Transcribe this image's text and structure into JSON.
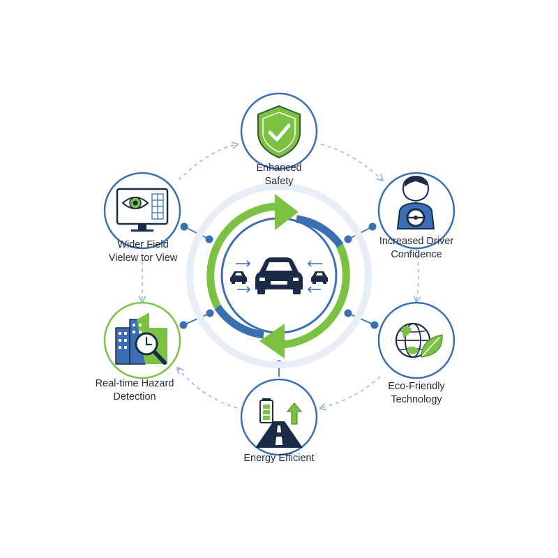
{
  "colors": {
    "blue": "#3a6fb6",
    "green": "#7cc242",
    "navy": "#1a2b48",
    "text": "#1f2a3a",
    "connector": "#8fb0d6"
  },
  "center": {
    "icon": "car-icon",
    "cycle": "circular-arrows"
  },
  "nodes": [
    {
      "id": "enhanced-safety",
      "icon": "shield-check-icon",
      "label": [
        "Enhanced",
        "Safety"
      ],
      "ring": "blue"
    },
    {
      "id": "increased-driver-confidence",
      "icon": "driver-wheel-icon",
      "label": [
        "Increased Driver",
        "Confidence"
      ],
      "ring": "blue"
    },
    {
      "id": "eco-friendly-technology",
      "icon": "globe-leaf-icon",
      "label": [
        "Eco-Friendly",
        "Technology"
      ],
      "ring": "blue"
    },
    {
      "id": "energy-efficient",
      "icon": "battery-road-icon",
      "label": [
        "Energy Efficient"
      ],
      "ring": "blue"
    },
    {
      "id": "real-time-hazard-detection",
      "icon": "city-magnifier-clock-icon",
      "label": [
        "Real-time Hazard",
        "Detection"
      ],
      "ring": "green"
    },
    {
      "id": "wider-field-view",
      "icon": "monitor-eye-icon",
      "label": [
        "Wider Field",
        "Vielew tor View"
      ],
      "ring": "blue"
    }
  ]
}
